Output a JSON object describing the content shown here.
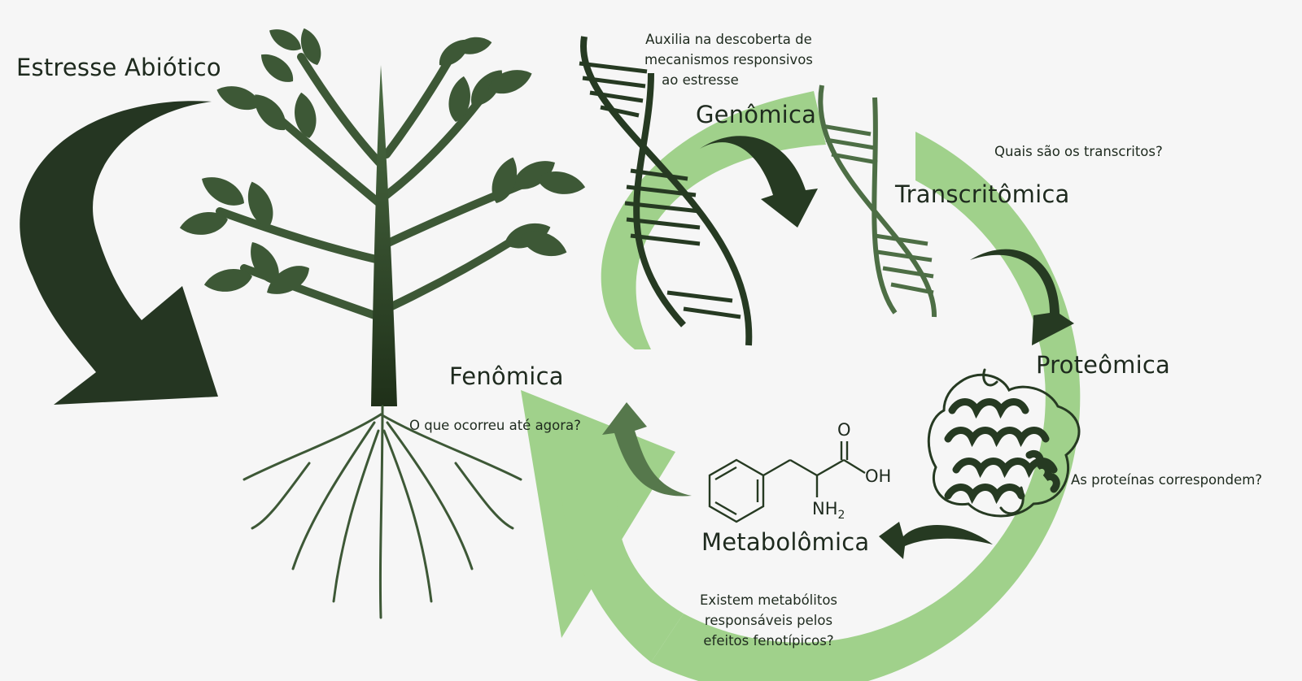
{
  "colors": {
    "background": "#f6f6f6",
    "cycle_green": "#a0d18b",
    "dark_green": "#263a22",
    "mid_green": "#4d6e45",
    "text": "#1e2a1e"
  },
  "icons": [
    "stress-arrow-icon",
    "tree-icon",
    "dna-helix-icon",
    "protein-structure-icon",
    "phenylalanine-molecule-icon",
    "cycle-arrow-icon"
  ],
  "labels": {
    "stress": "Estresse Abiótico",
    "genomics": "Genômica",
    "transcriptomics": "Transcritômica",
    "proteomics": "Proteômica",
    "metabolomics": "Metabolômica",
    "phenomics": "Fenômica"
  },
  "notes": {
    "genomics": [
      "Auxilia na descoberta de",
      "mecanismos responsivos",
      "ao estresse"
    ],
    "transcriptomics": "Quais são os transcritos?",
    "proteomics": "As proteínas correspondem?",
    "metabolomics": [
      "Existem metabólitos",
      "responsáveis pelos",
      "efeitos fenotípicos?"
    ],
    "phenomics": "O que ocorreu até agora?"
  },
  "molecule": {
    "atom_o": "O",
    "atom_oh": "OH",
    "atom_n": "NH",
    "atom_n_sub": "2"
  }
}
